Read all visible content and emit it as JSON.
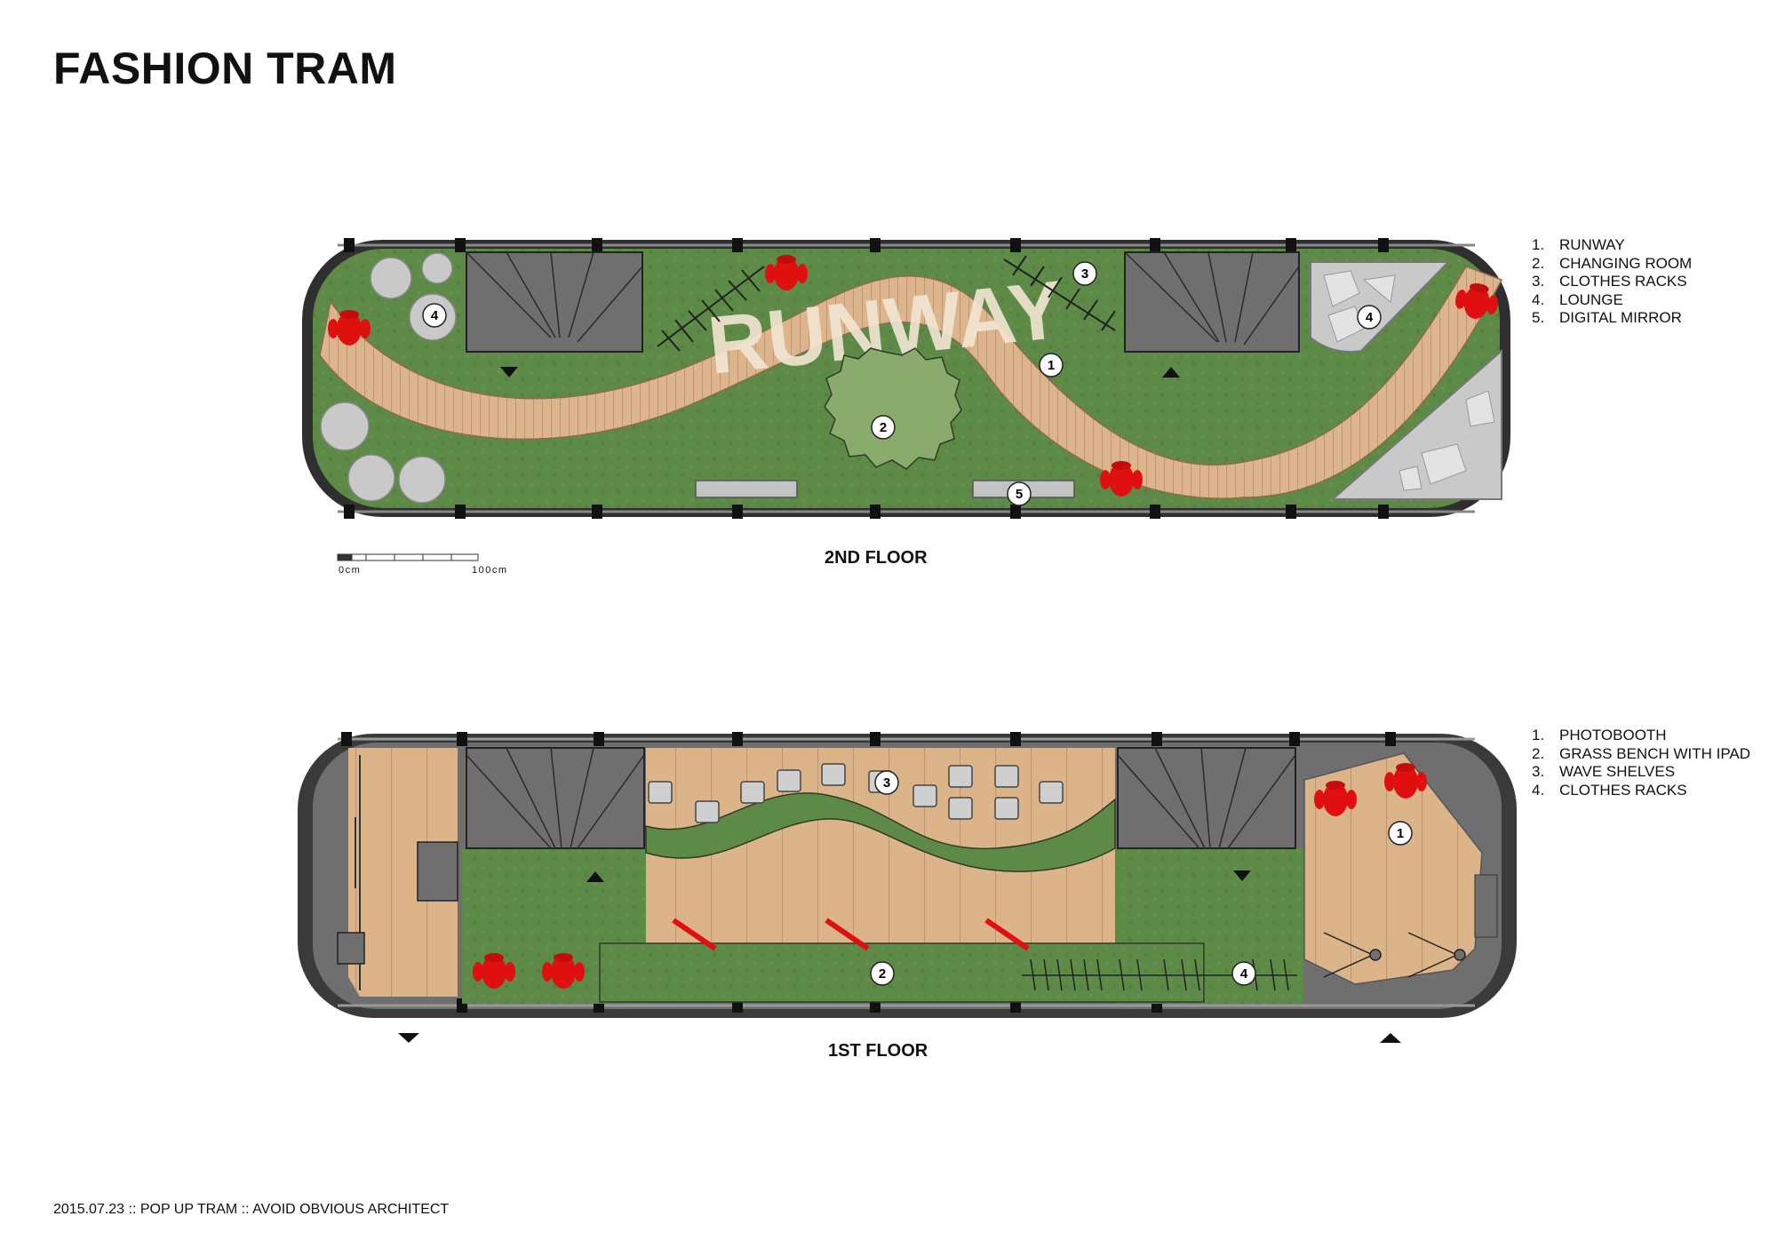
{
  "title": "FASHION TRAM",
  "floors": {
    "second": {
      "label": "2ND FLOOR",
      "runway_text": "RUNWAY",
      "legend": [
        {
          "num": "1.",
          "text": "RUNWAY"
        },
        {
          "num": "2.",
          "text": "CHANGING ROOM"
        },
        {
          "num": "3.",
          "text": "CLOTHES RACKS"
        },
        {
          "num": "4.",
          "text": "LOUNGE"
        },
        {
          "num": "5.",
          "text": "DIGITAL MIRROR"
        }
      ],
      "markers": [
        "1",
        "2",
        "3",
        "4",
        "4",
        "5"
      ]
    },
    "first": {
      "label": "1ST FLOOR",
      "legend": [
        {
          "num": "1.",
          "text": "PHOTOBOOTH"
        },
        {
          "num": "2.",
          "text": "GRASS BENCH WITH IPAD"
        },
        {
          "num": "3.",
          "text": "WAVE SHELVES"
        },
        {
          "num": "4.",
          "text": "CLOTHES RACKS"
        }
      ],
      "markers": [
        "1",
        "2",
        "3",
        "4"
      ]
    }
  },
  "scale_bar": {
    "start_label": "0cm",
    "end_label": "100cm"
  },
  "footer": "2015.07.23 :: POP UP TRAM :: AVOID OBVIOUS ARCHITECT",
  "colors": {
    "grass": "#5d8a47",
    "wood": "#ddb58c",
    "frame": "#3a3a3a",
    "gray_panel": "#6f6f6f",
    "chair_red": "#e01010",
    "stool_gray": "#c9c9c9"
  }
}
